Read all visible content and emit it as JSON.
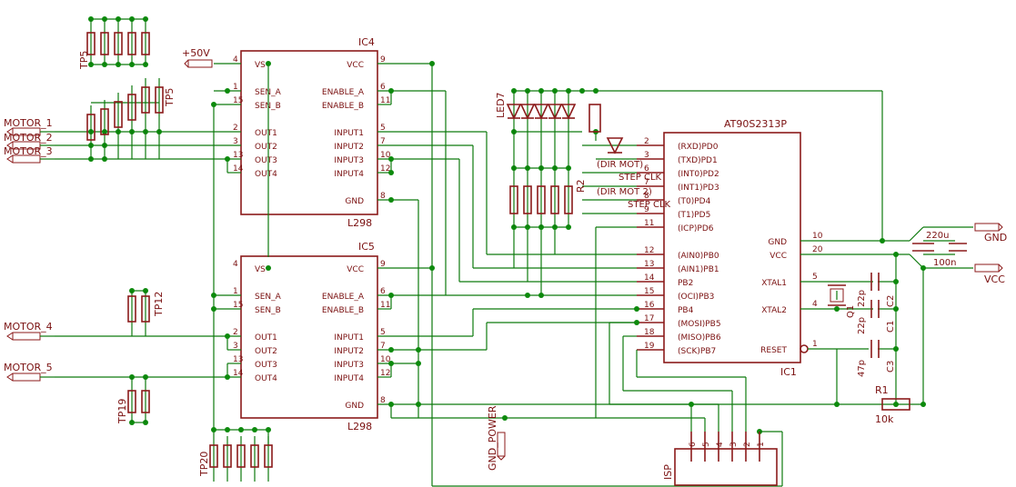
{
  "ic4": {
    "name": "IC4",
    "type": "L298",
    "left_pins": [
      "VS",
      "SEN_A",
      "SEN_B",
      "OUT1",
      "OUT2",
      "OUT3",
      "OUT4"
    ],
    "left_nums": [
      "4",
      "1",
      "15",
      "2",
      "3",
      "13",
      "14"
    ],
    "right_pins": [
      "VCC",
      "ENABLE_A",
      "ENABLE_B",
      "INPUT1",
      "INPUT2",
      "INPUT3",
      "INPUT4",
      "GND"
    ],
    "right_nums": [
      "9",
      "6",
      "11",
      "5",
      "7",
      "10",
      "12",
      "8"
    ]
  },
  "ic5": {
    "name": "IC5",
    "type": "L298",
    "left_pins": [
      "VS",
      "SEN_A",
      "SEN_B",
      "OUT1",
      "OUT2",
      "OUT3",
      "OUT4"
    ],
    "left_nums": [
      "4",
      "1",
      "15",
      "2",
      "3",
      "13",
      "14"
    ],
    "right_pins": [
      "VCC",
      "ENABLE_A",
      "ENABLE_B",
      "INPUT1",
      "INPUT2",
      "INPUT3",
      "INPUT4",
      "GND"
    ],
    "right_nums": [
      "9",
      "6",
      "11",
      "5",
      "7",
      "10",
      "12",
      "8"
    ]
  },
  "ic1": {
    "name": "IC1",
    "type": "AT90S2313P",
    "left_pins": [
      "(RXD)PD0",
      "(TXD)PD1",
      "(INT0)PD2",
      "(INT1)PD3",
      "(T0)PD4",
      "(T1)PD5",
      "(ICP)PD6",
      "(AIN0)PB0",
      "(AIN1)PB1",
      "PB2",
      "(OCI)PB3",
      "PB4",
      "(MOSI)PB5",
      "(MISO)PB6",
      "(SCK)PB7"
    ],
    "left_nums": [
      "2",
      "3",
      "6",
      "7",
      "8",
      "9",
      "11",
      "12",
      "13",
      "14",
      "15",
      "16",
      "17",
      "18",
      "19"
    ],
    "right_pins": [
      "GND",
      "VCC",
      "XTAL1",
      "XTAL2",
      "RESET"
    ],
    "right_nums": [
      "10",
      "20",
      "5",
      "4",
      "1"
    ]
  },
  "labels": {
    "plus50v": "+50V",
    "motor1": "MOTOR_1",
    "motor2": "MOTOR_2",
    "motor3": "MOTOR_3",
    "motor4": "MOTOR_4",
    "motor5": "MOTOR_5",
    "tp5a": "TP5",
    "tp5b": "TP5",
    "tp12": "TP12",
    "tp19": "TP19",
    "tp20": "TP20",
    "led7": "LED7",
    "r2": "R2",
    "r1": "R1",
    "r1v": "10k",
    "gnd": "GND",
    "vcc": "VCC",
    "gnd_power": "GND_POWER",
    "isp": "ISP",
    "q1": "Q1",
    "c1": "C1",
    "c1v": "22p",
    "c2": "C2",
    "c2v": "22p",
    "c3": "C3",
    "c3v": "47p",
    "cap_a": "220u",
    "cap_b": "100n",
    "isp_pins": [
      "6",
      "5",
      "4",
      "3",
      "2",
      "1"
    ],
    "overlap": [
      "(DIR MOT)",
      "STEP CLK",
      "(DIR MOT 2)",
      "STEP CLK"
    ]
  }
}
